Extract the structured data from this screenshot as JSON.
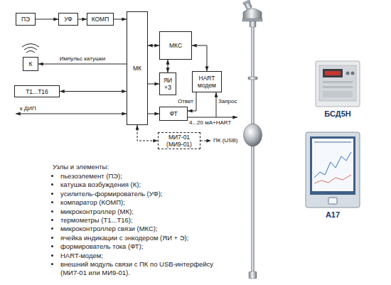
{
  "diagram": {
    "nodes": [
      {
        "text": [
          "ПЭ"
        ]
      },
      {
        "text": [
          "УФ"
        ]
      },
      {
        "text": [
          "КОМП"
        ]
      },
      {
        "text": [
          "К"
        ]
      },
      {
        "text": [
          "Т1...Т16"
        ]
      },
      {
        "text": [
          "МК"
        ]
      },
      {
        "text": [
          "МКС"
        ]
      },
      {
        "text": [
          "ЯИ +З"
        ]
      },
      {
        "text": [
          "HART модем"
        ]
      },
      {
        "text": [
          "ФТ"
        ]
      },
      {
        "text": [
          "МИ7-01 (МИ9-01)"
        ]
      }
    ],
    "edges": [
      {
        "from": 0,
        "to": 1,
        "arrow": "to"
      },
      {
        "from": 1,
        "to": 2,
        "arrow": "to"
      },
      {
        "from": 2,
        "to": 5,
        "arrow": "to"
      },
      {
        "from": 5,
        "to": 3,
        "arrow": "to",
        "label": "Импульс катушки"
      },
      {
        "from": 4,
        "to": 5,
        "arrow": "both"
      },
      {
        "from": 5,
        "to": 6,
        "arrow": "both"
      },
      {
        "from": 5,
        "to": 7,
        "arrow": "to"
      },
      {
        "from": 7,
        "to": 6,
        "arrow": "both"
      },
      {
        "from": 6,
        "to": 8,
        "arrow": "both"
      },
      {
        "from": 5,
        "to": 9,
        "arrow": "to"
      },
      {
        "from": 8,
        "to": 9,
        "arrow": "to",
        "label": "Ответ"
      },
      {
        "from": 5,
        "to": 10,
        "arrow": "both"
      }
    ],
    "labels": [
      "к ДИП",
      "Запрос",
      "4...20 мА+HART",
      "ПК (USB)",
      "Узлы и элементы:",
      "пьезоэлемент (ПЭ);",
      "катушка возбуждения (К);",
      "усилитель-формирователь (УФ);",
      "компаратор (КОМП);",
      "микроконтроллер (МК);",
      "термометры (Т1...Т16);",
      "микроконтроллер связи (МКС);",
      "ячейка индикации с энкодером (ЯИ + Э);",
      "формирователь тока (ФТ);",
      "HART-модем;",
      "внешний модуль связи с ПК по USB-интерфейсу (МИ7-01 или МИ9-01).",
      "БСД5Н",
      "А17"
    ]
  }
}
